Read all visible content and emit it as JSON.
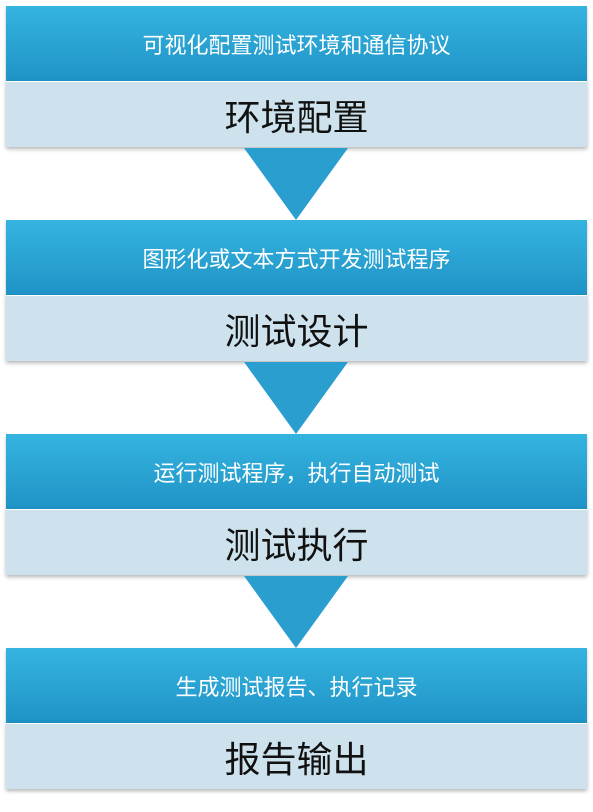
{
  "steps": [
    {
      "description": "可视化配置测试环境和通信协议",
      "title": "环境配置"
    },
    {
      "description": "图形化或文本方式开发测试程序",
      "title": "测试设计"
    },
    {
      "description": "运行测试程序，执行自动测试",
      "title": "测试执行"
    },
    {
      "description": "生成测试报告、执行记录",
      "title": "报告输出"
    }
  ],
  "colors": {
    "header_top": "#35b4e0",
    "header_bottom": "#1f93c6",
    "body": "#cde2ec",
    "arrow": "#2a9fcf"
  }
}
